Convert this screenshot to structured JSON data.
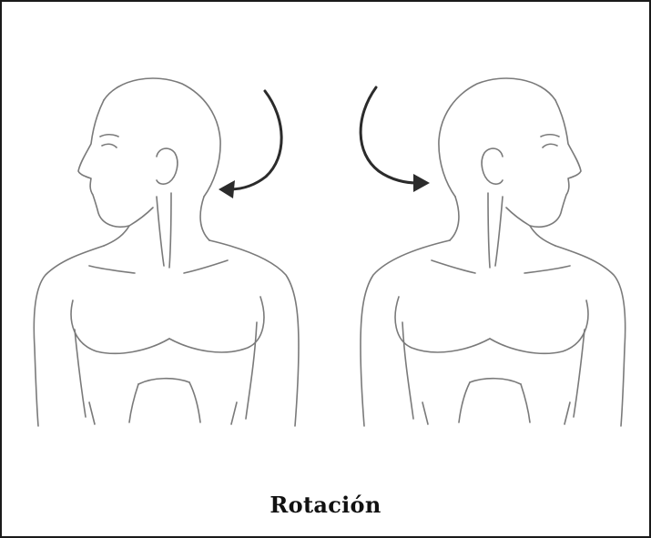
{
  "caption": "Rotación",
  "figures": [
    {
      "label": "",
      "facing": "left"
    },
    {
      "label": "",
      "facing": "right"
    }
  ],
  "arrows": [
    {
      "icon": "curved-arrow-icon",
      "direction": "counterclockwise"
    },
    {
      "icon": "curved-arrow-icon",
      "direction": "clockwise"
    }
  ],
  "colors": {
    "line_art": "#7a7a7a",
    "arrow": "#2b2b2b",
    "caption": "#111111"
  }
}
